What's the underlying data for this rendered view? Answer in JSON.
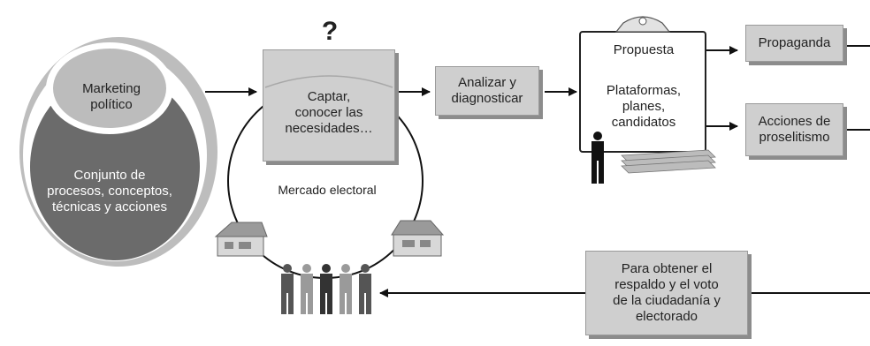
{
  "marketing": {
    "title": "Marketing\npolítico",
    "description": "Conjunto de\nprocesos, conceptos,\ntécnicas y acciones"
  },
  "market": {
    "question_mark": "?",
    "capture_text": "Captar,\nconocer las\nnecesidades…",
    "label": "Mercado electoral"
  },
  "analyze": {
    "text": "Analizar y\ndiagnosticar"
  },
  "proposal": {
    "title": "Propuesta",
    "items": "Plataformas,\nplanes,\ncandidatos"
  },
  "propaganda": {
    "text": "Propaganda"
  },
  "actions": {
    "text": "Acciones de\nproselitismo"
  },
  "support": {
    "text": "Para obtener el\nrespaldo y el voto\nde la ciudadanía y\nelectorado"
  }
}
